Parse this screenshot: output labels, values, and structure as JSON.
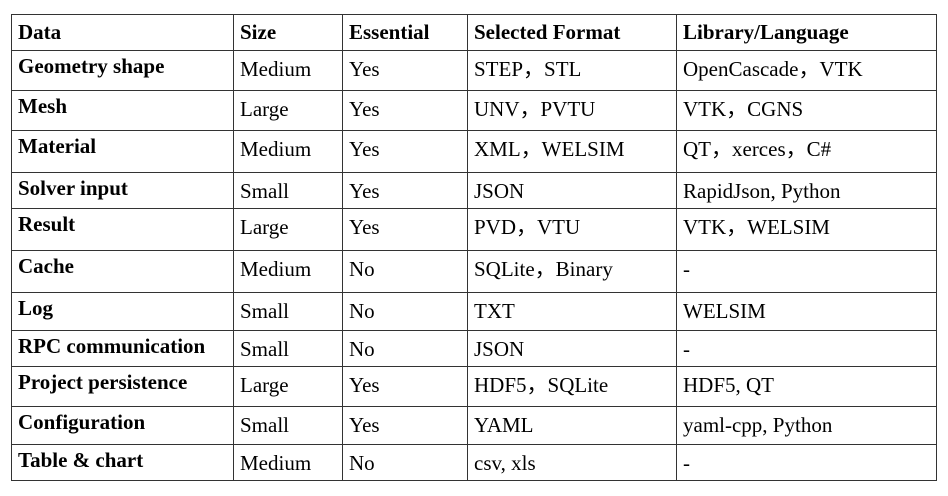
{
  "table": {
    "headers": [
      "Data",
      "Size",
      "Essential",
      "Selected Format",
      "Library/Language"
    ],
    "rows": [
      [
        "Geometry shape",
        "Medium",
        "Yes",
        "STEP，STL",
        "OpenCascade，VTK"
      ],
      [
        "Mesh",
        "Large",
        "Yes",
        "UNV，PVTU",
        "VTK，CGNS"
      ],
      [
        "Material",
        "Medium",
        "Yes",
        "XML，WELSIM",
        "QT，xerces，C#"
      ],
      [
        "Solver input",
        "Small",
        "Yes",
        "JSON",
        "RapidJson, Python"
      ],
      [
        "Result",
        "Large",
        "Yes",
        "PVD，VTU",
        "VTK，WELSIM"
      ],
      [
        "Cache",
        "Medium",
        "No",
        "SQLite，Binary",
        "-"
      ],
      [
        "Log",
        "Small",
        "No",
        "TXT",
        "WELSIM"
      ],
      [
        "RPC communication",
        "Small",
        "No",
        "JSON",
        "-"
      ],
      [
        "Project persistence",
        "Large",
        "Yes",
        "HDF5，SQLite",
        "HDF5, QT"
      ],
      [
        "Configuration",
        "Small",
        "Yes",
        "YAML",
        "yaml-cpp, Python"
      ],
      [
        "Table & chart",
        "Medium",
        "No",
        "csv, xls",
        "-"
      ]
    ]
  }
}
